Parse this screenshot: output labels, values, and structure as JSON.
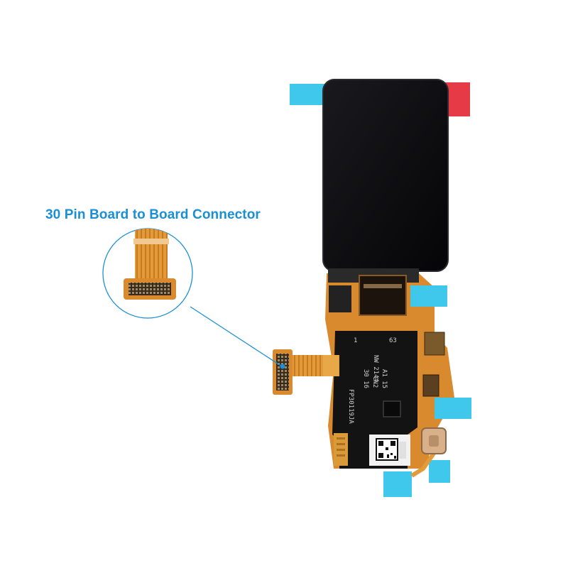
{
  "callout": {
    "label": "30 Pin Board to Board Connector",
    "color": "#1a8fd6"
  },
  "pcb_markings": {
    "pin_1": "1",
    "pin_63": "63",
    "line_1": "NW 2144",
    "line_2": "30 16",
    "line_3": "CN2",
    "line_4": "A1 15",
    "part_number": "FP30119JA"
  },
  "colors": {
    "screen": "#0b0b0d",
    "pcb": "#131313",
    "flex": "#e29a3a",
    "tab_blue": "#3fc7ec",
    "tab_red": "#e63a47",
    "callout_line": "#1a8fd6"
  }
}
